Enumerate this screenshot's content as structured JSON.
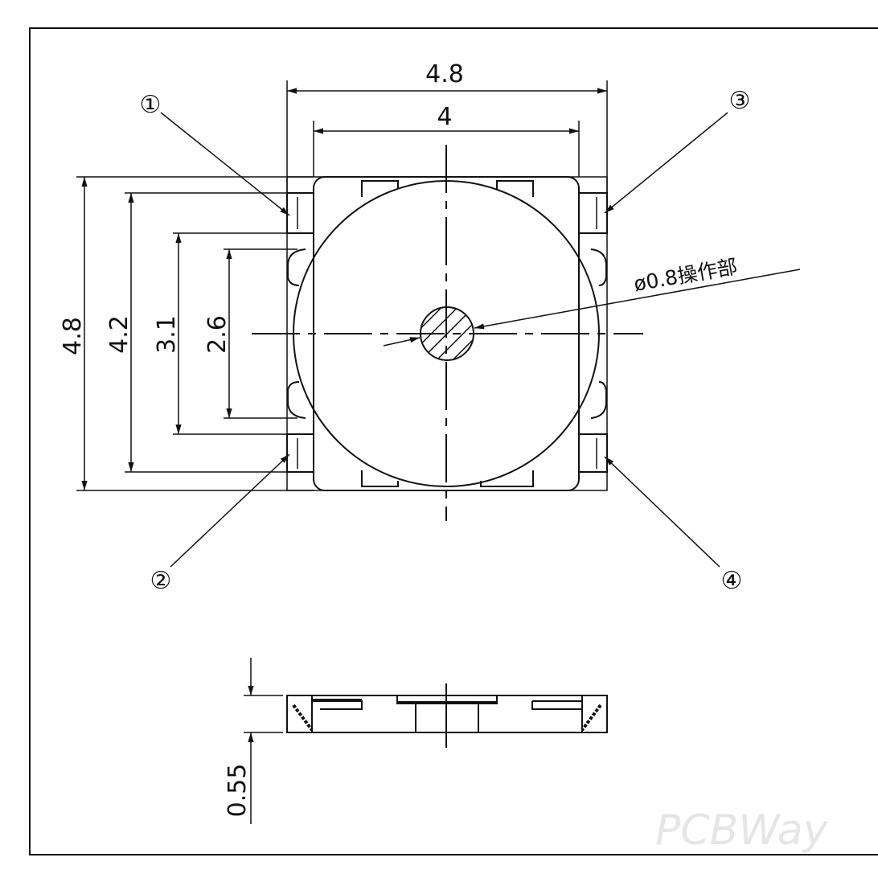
{
  "drawing": {
    "top_view": {
      "dim_outer_width": "4.8",
      "dim_inner_width": "4",
      "dim_outer_height": "4.8",
      "dim_terminal_span": "4.2",
      "dim_inner_span": "3.1",
      "dim_body_span": "2.6",
      "actuator_label": "ø0.8操作部",
      "pins": [
        "①",
        "②",
        "③",
        "④"
      ]
    },
    "side_view": {
      "dim_height": "0.55"
    },
    "watermark": "PCBWay"
  }
}
